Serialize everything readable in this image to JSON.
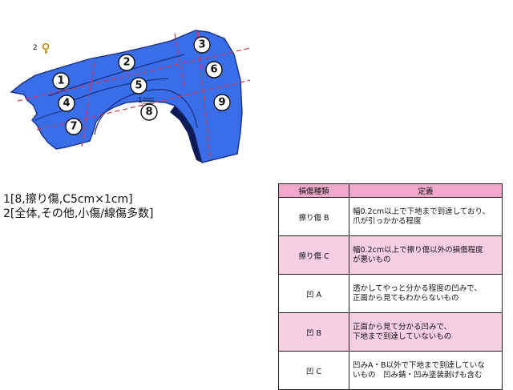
{
  "diagram": {
    "zones": [
      "1",
      "2",
      "3",
      "4",
      "5",
      "6",
      "7",
      "8",
      "9"
    ],
    "marker_index": "2",
    "damage_index": "1",
    "colors": {
      "panel": "#3a6ee8",
      "outline": "#1a2f86",
      "cut_lines": "#d6334a",
      "wheel_arch": "#0e1a55"
    }
  },
  "notes": [
    "1[8,擦り傷,C5cm×1cm]",
    "2[全体,その他,小傷/線傷多数]"
  ],
  "table": {
    "headers": {
      "type": "損傷種類",
      "definition": "定義"
    },
    "rows": [
      {
        "type": "擦り傷 B",
        "desc_lines": [
          "幅0.2cm以上で下地まで到達しており、",
          "爪が引っかかる程度"
        ],
        "shade": "white"
      },
      {
        "type": "擦り傷 C",
        "desc_lines": [
          "幅0.2cm以上で擦り傷以外の損傷程度",
          "が悪いもの"
        ],
        "shade": "pink"
      },
      {
        "type": "凹 A",
        "desc_lines": [
          "透かしてやっと分かる程度の凹みで、",
          "正面から見てもわからないもの"
        ],
        "shade": "white"
      },
      {
        "type": "凹 B",
        "desc_lines": [
          "正面から見て分かる凹みで、",
          "下地まで到達していないもの"
        ],
        "shade": "pink"
      },
      {
        "type": "凹 C",
        "desc_lines": [
          "凹みA・B以外で下地まで到達していな",
          "いもの　凹み錆・凹み塗装剥げも含む"
        ],
        "shade": "white"
      }
    ]
  }
}
